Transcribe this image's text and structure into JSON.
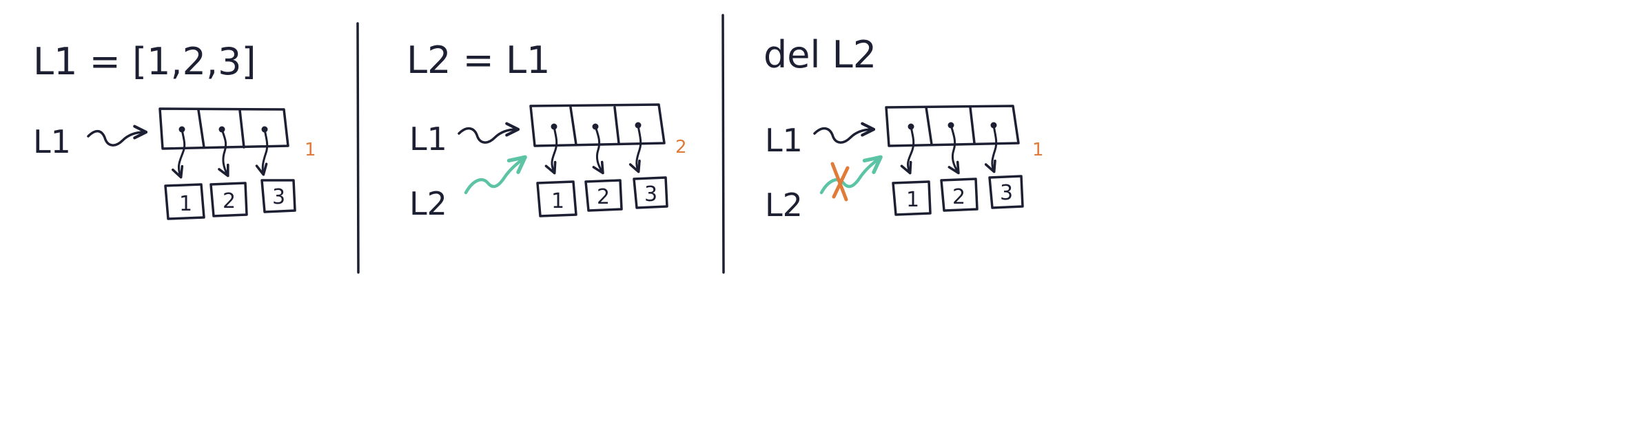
{
  "colors": {
    "ink": "#1d1f33",
    "count_accent": "#e07b39",
    "new_ref_accent": "#5cc4a4",
    "deleted_ref_accent": "#e07b39"
  },
  "panels": [
    {
      "statement": "L1 = [1,2,3]",
      "refs": [
        "L1"
      ],
      "new_ref": null,
      "deleted_ref": null,
      "ref_count": "1",
      "elements": [
        "1",
        "2",
        "3"
      ]
    },
    {
      "statement": "L2 = L1",
      "refs": [
        "L1",
        "L2"
      ],
      "new_ref": "L2",
      "deleted_ref": null,
      "ref_count": "2",
      "elements": [
        "1",
        "2",
        "3"
      ]
    },
    {
      "statement": "del L2",
      "refs": [
        "L1",
        "L2"
      ],
      "new_ref": null,
      "deleted_ref": "L2",
      "ref_count": "1",
      "elements": [
        "1",
        "2",
        "3"
      ]
    }
  ],
  "icons": {
    "pointer": "squiggle-arrow-icon",
    "delete_mark": "cross-mark-icon"
  }
}
